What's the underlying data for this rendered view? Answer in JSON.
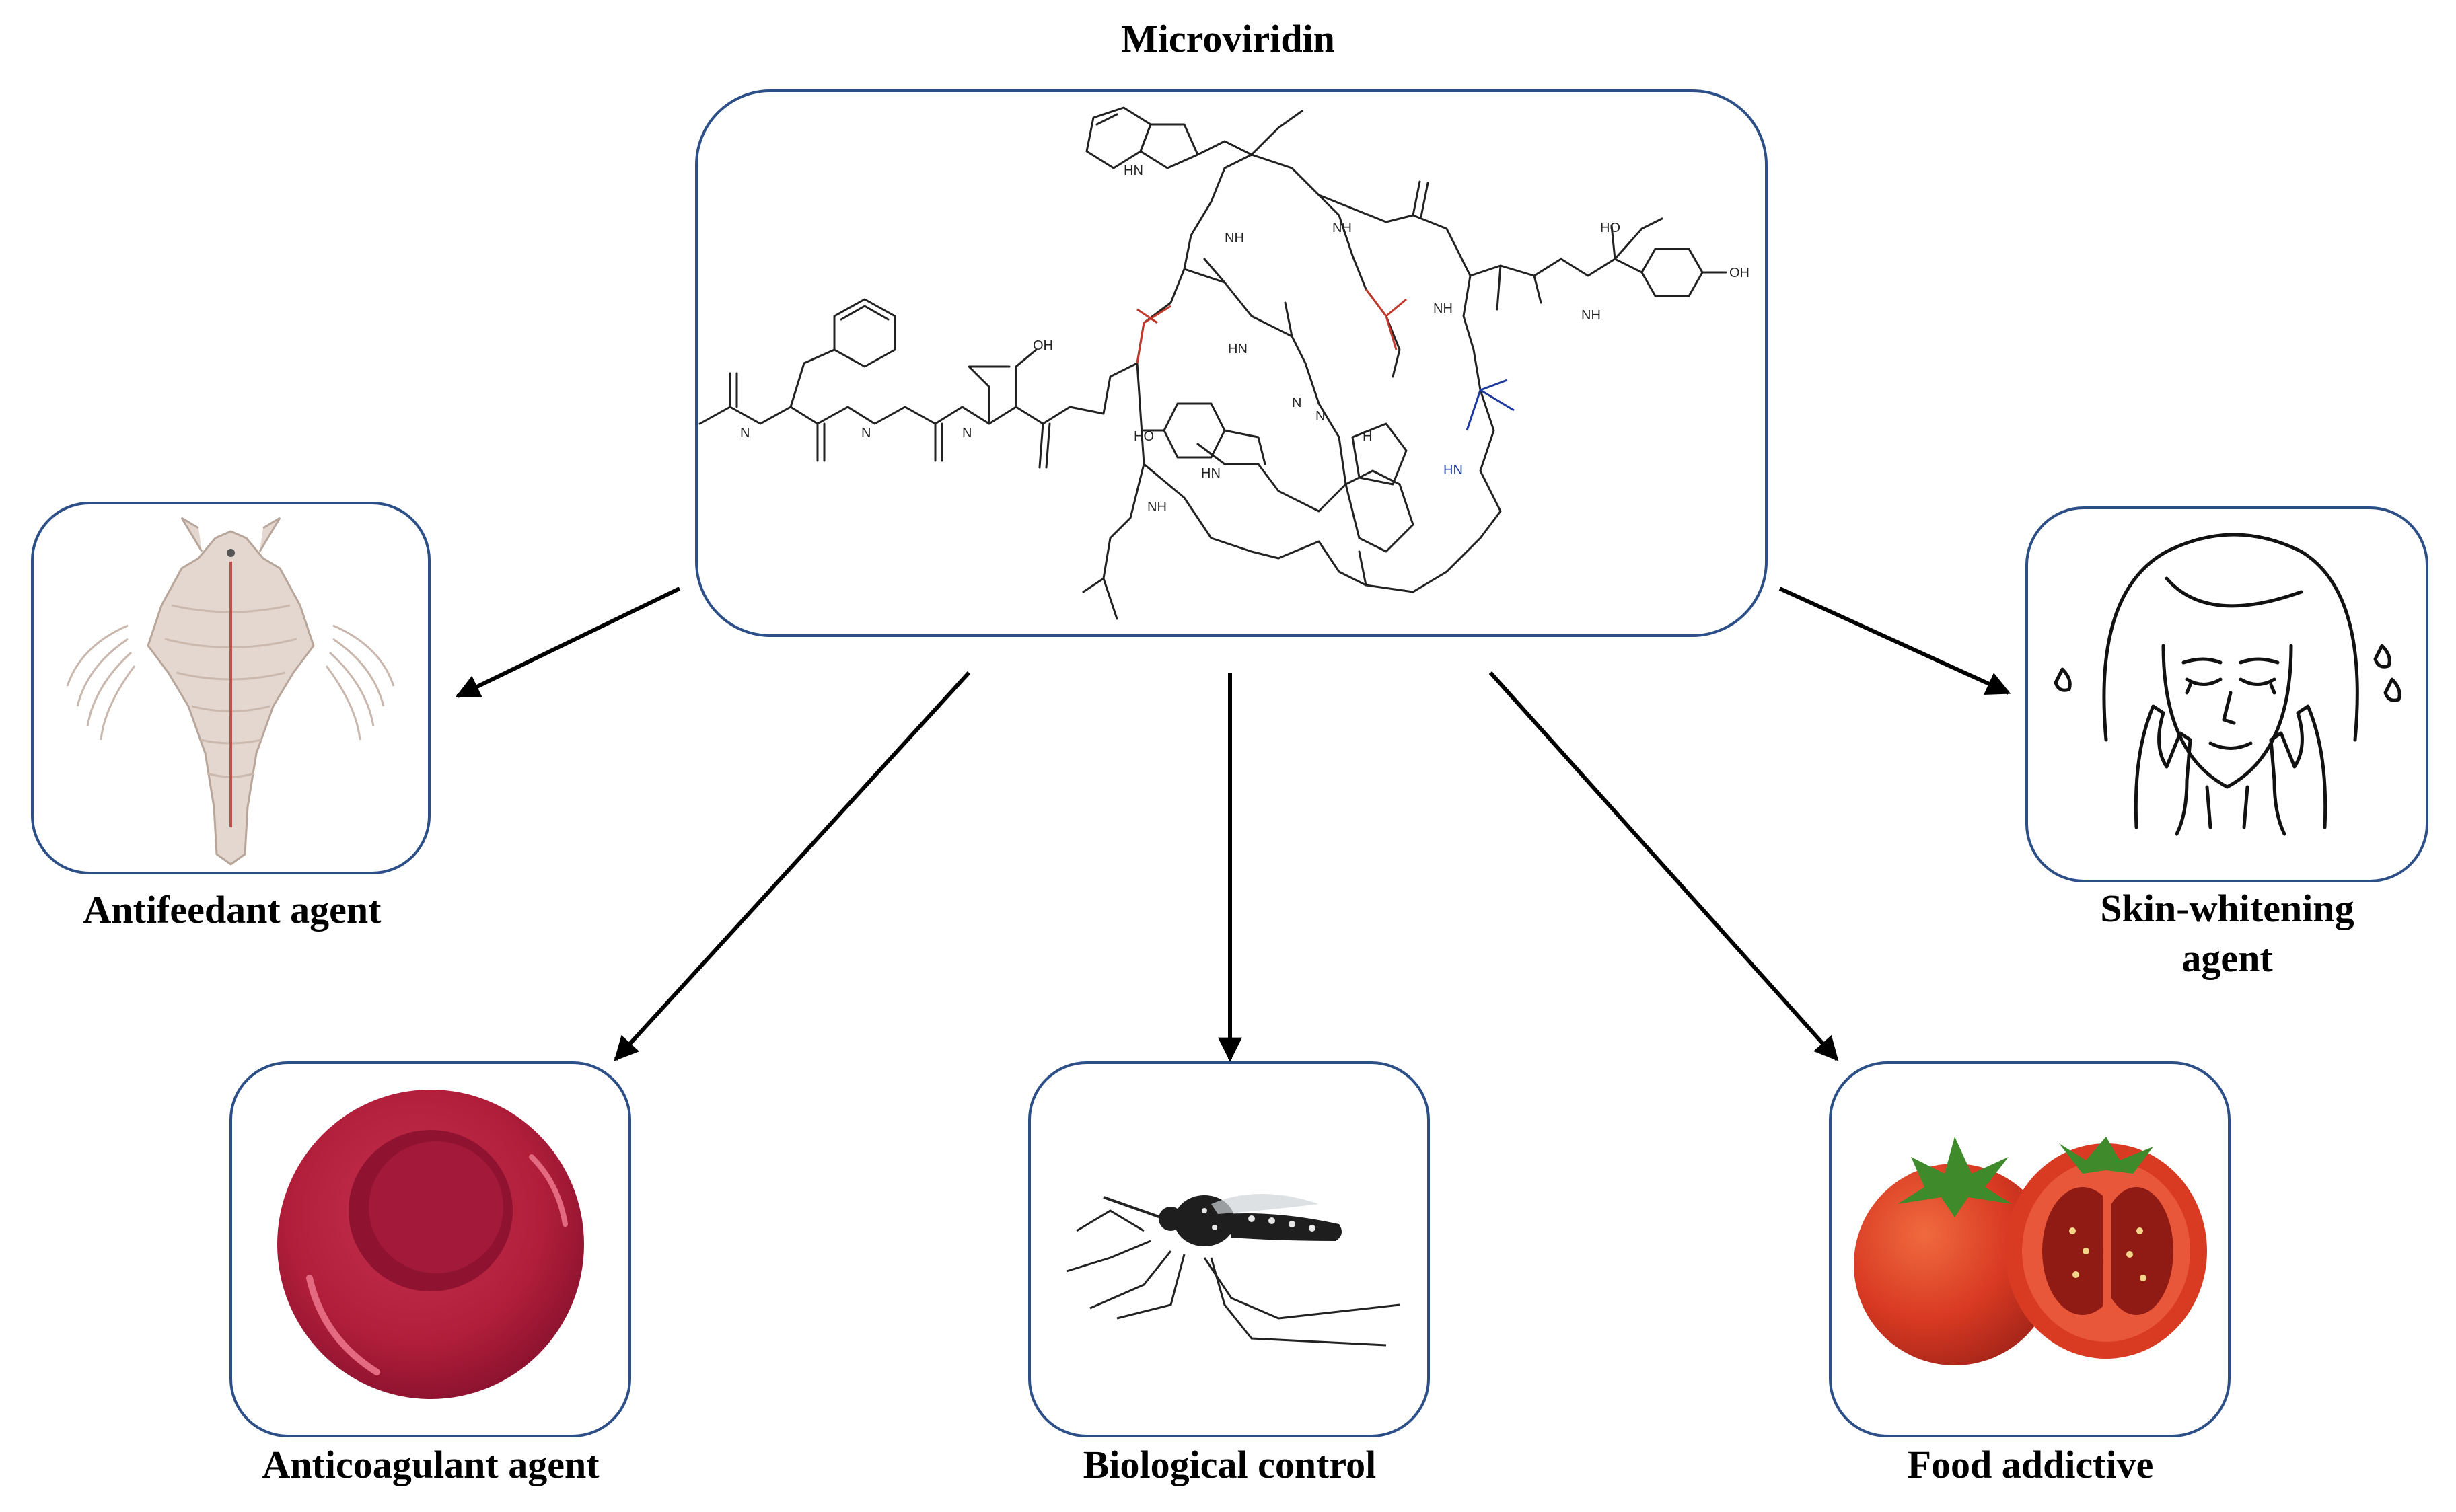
{
  "title": "Microviridin",
  "applications": [
    {
      "id": "antifeedant",
      "label": "Antifeedant agent",
      "icon": "brine-shrimp-icon"
    },
    {
      "id": "anticoagulant",
      "label": "Anticoagulant agent",
      "icon": "red-blood-cell-icon"
    },
    {
      "id": "biological_control",
      "label": "Biological control",
      "icon": "mosquito-icon"
    },
    {
      "id": "food",
      "label": "Food addictive",
      "icon": "tomato-icon"
    },
    {
      "id": "skin",
      "label_line1": "Skin-whitening",
      "label_line2": "agent",
      "icon": "face-skincare-icon"
    }
  ],
  "structure_atom_labels": {
    "indole_nh": "HN",
    "tyr_oh": "HO",
    "terminal_oh": "OH",
    "acid_ho": "HO",
    "thr_oh": "OH",
    "amide_blue": "HN",
    "n_h": "H",
    "nh": "NH",
    "n": "N",
    "hn": "HN"
  },
  "colors": {
    "box_border": "#2d4f87",
    "arrow": "#000000",
    "bond": "#222222",
    "ester": "#c0392b",
    "amide_link": "#1f3a9e",
    "blood_cell": "#b01e3a",
    "tomato": "#d83a22",
    "leaf": "#3f8b2c",
    "shrimp": "#e3d7cf"
  }
}
